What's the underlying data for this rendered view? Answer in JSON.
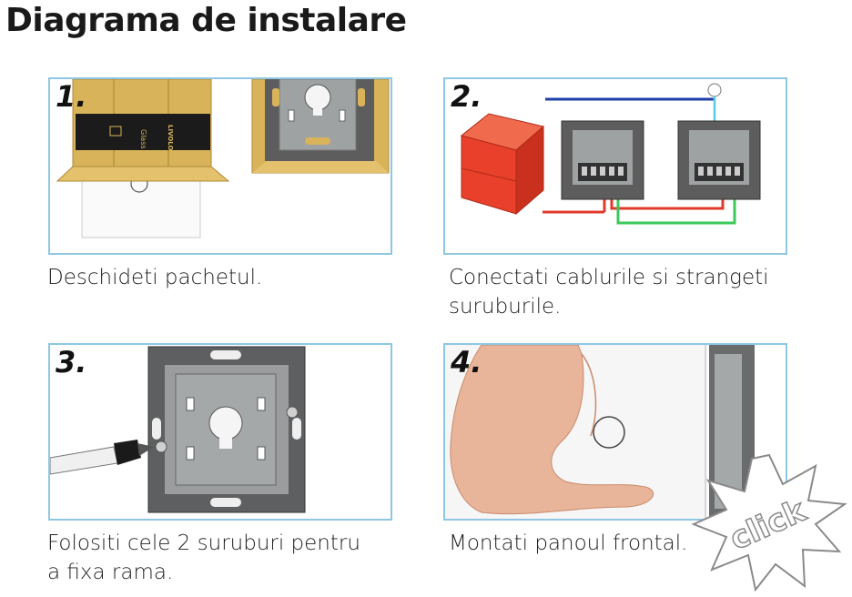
{
  "title": "Diagrama de instalare",
  "steps": [
    {
      "number": "1.",
      "caption": "Deschideti pachetul."
    },
    {
      "number": "2.",
      "caption_lines": [
        "Conectati cablurile si strangeti",
        "suruburile."
      ]
    },
    {
      "number": "3.",
      "caption_lines": [
        "Folositi cele 2 suruburi pentru",
        "a fixa rama."
      ]
    },
    {
      "number": "4.",
      "caption": "Montati panoul frontal."
    }
  ],
  "burst_label": "click",
  "colors": {
    "panel_border": "#8ec7e3",
    "gold": "#d8b35a",
    "wire_red": "#e23a2a",
    "wire_blue": "#1d3fa8",
    "wire_green": "#3cc85a",
    "wall_box": "#e8402a"
  }
}
